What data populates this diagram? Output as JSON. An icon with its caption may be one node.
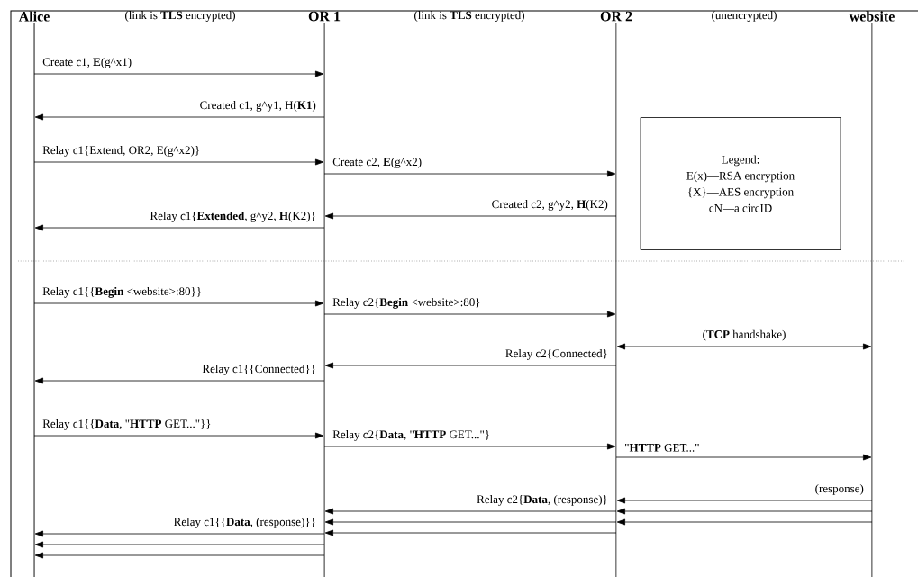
{
  "diagram": {
    "nodes": [
      {
        "text": [
          "Alice"
        ]
      },
      {
        "text": [
          "OR 1"
        ]
      },
      {
        "text": [
          "OR 2"
        ]
      },
      {
        "text": [
          "website"
        ]
      },
      {
        "text": [
          "Legend:",
          "E(x)—RSA encryption",
          "{X}—AES encryption",
          "cN—a circID"
        ]
      }
    ],
    "edges": [
      {
        "from": 0,
        "to": 1,
        "arrow": "to",
        "label": "Create c1, **E**(g^x1)"
      },
      {
        "from": 1,
        "to": 0,
        "arrow": "to",
        "label": "Created c1, g^y1, H(**K1**)"
      },
      {
        "from": 0,
        "to": 1,
        "arrow": "to",
        "label": "Relay c1{Extend, OR2, E(g^x2)}"
      },
      {
        "from": 1,
        "to": 2,
        "arrow": "to",
        "label": "Create c2, **E**(g^x2)"
      },
      {
        "from": 2,
        "to": 1,
        "arrow": "to",
        "label": "Created c2, g^y2, **H**(K2)"
      },
      {
        "from": 1,
        "to": 0,
        "arrow": "to",
        "label": "Relay c1{**Extended**, g^y2, **H**(K2)}"
      },
      {
        "from": 0,
        "to": 1,
        "arrow": "to",
        "label": "Relay c1{{**Begin** <website>:80}}"
      },
      {
        "from": 1,
        "to": 2,
        "arrow": "to",
        "label": "Relay c2{**Begin** <website>:80}"
      },
      {
        "from": 2,
        "to": 3,
        "arrow": "both",
        "label": "(**TCP** handshake)"
      },
      {
        "from": 2,
        "to": 1,
        "arrow": "to",
        "label": "Relay c2{Connected}"
      },
      {
        "from": 1,
        "to": 0,
        "arrow": "to",
        "label": "Relay c1{{Connected}}"
      },
      {
        "from": 0,
        "to": 1,
        "arrow": "to",
        "label": "Relay c1{{**Data**, \"**HTTP** GET...\"}}"
      },
      {
        "from": 1,
        "to": 2,
        "arrow": "to",
        "label": "Relay c2{**Data**, \"**HTTP** GET...\"}"
      },
      {
        "from": 2,
        "to": 3,
        "arrow": "to",
        "label": "\"**HTTP** GET...\""
      },
      {
        "from": 3,
        "to": 2,
        "arrow": "to",
        "label": "(response)"
      },
      {
        "from": 3,
        "to": 2,
        "arrow": "to"
      },
      {
        "from": 3,
        "to": 2,
        "arrow": "to"
      },
      {
        "from": 2,
        "to": 1,
        "arrow": "to",
        "label": "Relay c2{**Data**, (response)}"
      },
      {
        "from": 2,
        "to": 1,
        "arrow": "to"
      },
      {
        "from": 2,
        "to": 1,
        "arrow": "to"
      },
      {
        "from": 1,
        "to": 0,
        "arrow": "to",
        "label": "Relay c1{{**Data**, (response)}}"
      },
      {
        "from": 1,
        "to": 0,
        "arrow": "to"
      },
      {
        "from": 1,
        "to": 0,
        "arrow": "to"
      }
    ],
    "labels": [
      "(link is **TLS** encrypted)",
      "(link is **TLS** encrypted)",
      "(unencrypted)"
    ]
  }
}
